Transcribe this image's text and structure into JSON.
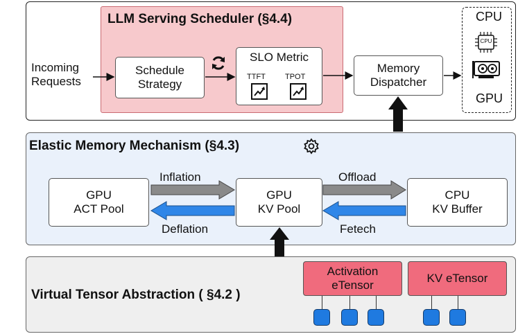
{
  "scheduler": {
    "title": "LLM Serving Scheduler (§4.4)",
    "incoming_line1": "Incoming",
    "incoming_line2": "Requests",
    "schedule_line1": "Schedule",
    "schedule_line2": "Strategy",
    "slo_title": "SLO Metric",
    "ttft": "TTFT",
    "tpot": "TPOT",
    "dispatcher_line1": "Memory",
    "dispatcher_line2": "Dispatcher",
    "cpu_label": "CPU",
    "cpu_chip_text": "CPU",
    "gpu_label": "GPU"
  },
  "memory": {
    "title": "Elastic Memory Mechanism (§4.3)",
    "gpu_act_line1": "GPU",
    "gpu_act_line2": "ACT Pool",
    "gpu_kv_line1": "GPU",
    "gpu_kv_line2": "KV Pool",
    "cpu_kv_line1": "CPU",
    "cpu_kv_line2": "KV Buffer",
    "inflation": "Inflation",
    "deflation": "Deflation",
    "offload": "Offload",
    "fetech": "Fetech"
  },
  "tensor": {
    "title": "Virtual Tensor Abstraction ( §4.2 )",
    "activation_line1": "Activation",
    "activation_line2": "eTensor",
    "kv_etensor": "KV eTensor"
  },
  "colors": {
    "scheduler_bg": "#f7c9cc",
    "scheduler_border": "#c96a72",
    "memory_bg": "#eaf1fb",
    "tensor_bg": "#efefef",
    "etensor_pink": "#f06b7d",
    "block_blue": "#1f7ae0",
    "gray_arrow": "#8a8a8a",
    "blue_arrow": "#2f86e8"
  },
  "icons": [
    "refresh-icon",
    "chart-icon",
    "cpu-chip-icon",
    "gpu-card-icon",
    "gear-icon"
  ]
}
